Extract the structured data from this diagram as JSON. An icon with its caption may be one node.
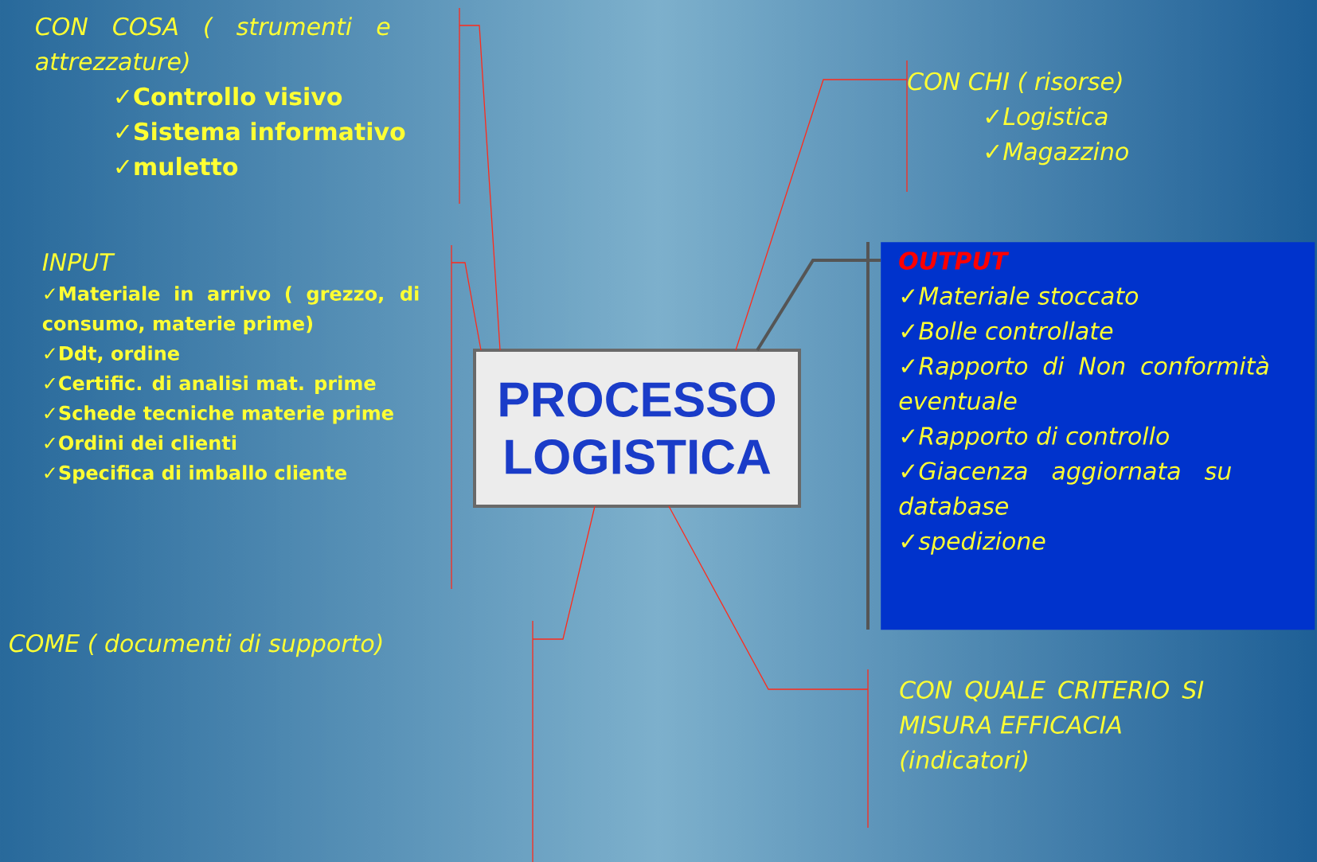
{
  "diagram": {
    "nodes": [
      {
        "text": [
          "PROCESSO LOGISTICA"
        ]
      },
      {
        "text": [
          "CON COSA ( strumenti e attrezzature)",
          "✓Controllo visivo",
          "✓Sistema informativo",
          "✓muletto"
        ]
      },
      {
        "text": [
          "CON CHI ( risorse)",
          "✓Logistica",
          "✓Magazzino"
        ]
      },
      {
        "text": [
          "INPUT",
          "✓Materiale in arrivo ( grezzo, di consumo, materie prime)",
          "✓Ddt, ordine",
          "✓Certific. di analisi mat. prime",
          "✓Schede tecniche materie prime",
          "✓Ordini dei clienti",
          "✓Specifica di imballo cliente"
        ]
      },
      {
        "text": [
          "OUTPUT",
          "✓Materiale stoccato",
          "✓Bolle controllate",
          "✓Rapporto di Non conformità eventuale",
          "✓Rapporto di controllo",
          "✓Giacenza aggiornata su database",
          "✓spedizione"
        ]
      },
      {
        "text": [
          "COME ( documenti di supporto)"
        ]
      },
      {
        "text": [
          "CON QUALE CRITERIO SI MISURA EFFICACIA",
          "(indicatori)"
        ]
      }
    ],
    "edges": [
      {
        "from": 0,
        "to": 1,
        "arrow": "none"
      },
      {
        "from": 0,
        "to": 2,
        "arrow": "none"
      },
      {
        "from": 0,
        "to": 3,
        "arrow": "none"
      },
      {
        "from": 0,
        "to": 4,
        "arrow": "none",
        "style": "thick",
        "color": "#555555"
      },
      {
        "from": 0,
        "to": 5,
        "arrow": "none"
      },
      {
        "from": 0,
        "to": 6,
        "arrow": "none"
      }
    ]
  }
}
